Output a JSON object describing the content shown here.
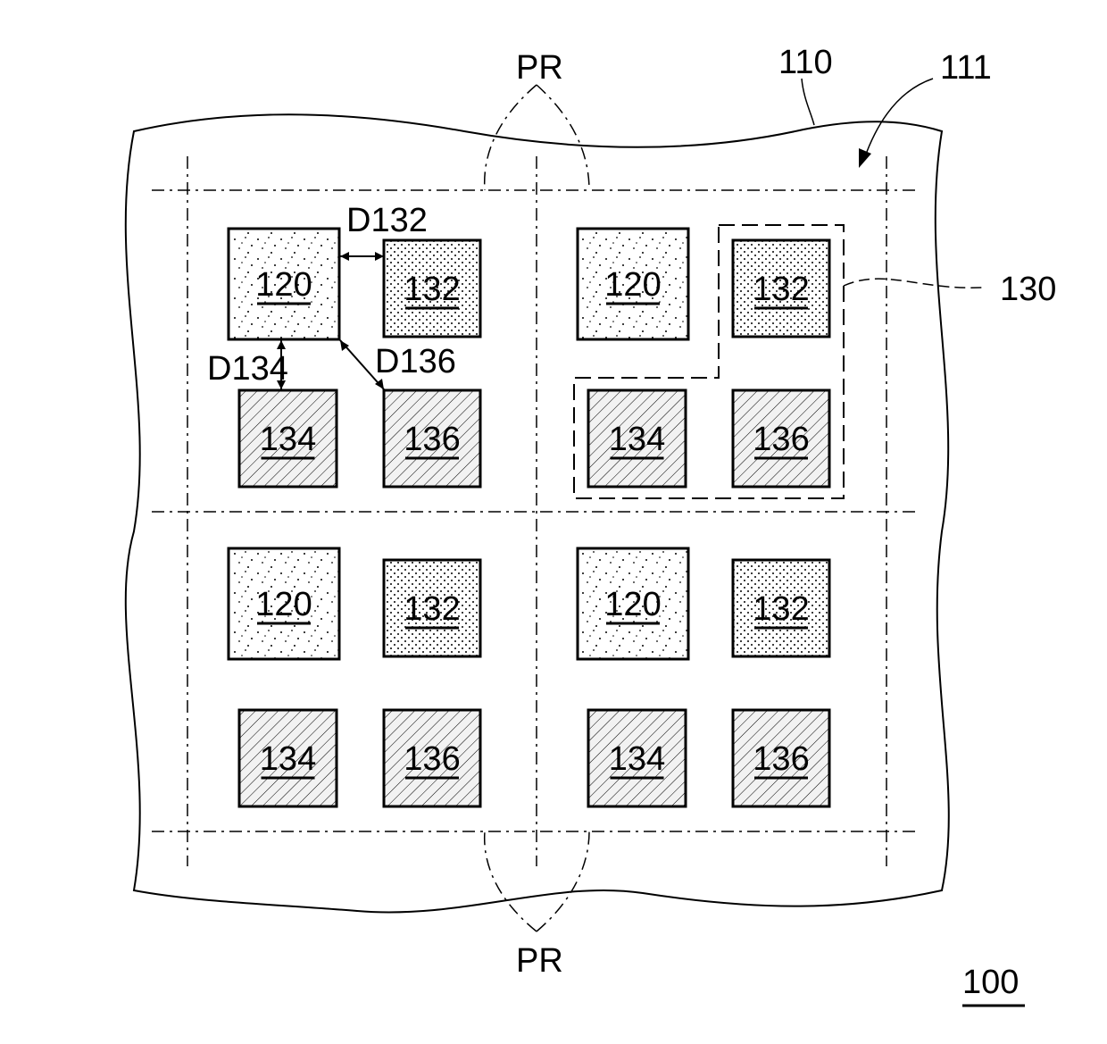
{
  "figure": {
    "substrate_label": "110",
    "surface_label": "111",
    "module_label": "130",
    "device_label": "100",
    "pixel_region_label_top": "PR",
    "pixel_region_label_bottom": "PR"
  },
  "distances": {
    "d132": "D132",
    "d134": "D134",
    "d136": "D136"
  },
  "cells": [
    {
      "boxes": [
        {
          "id": "120",
          "kind": "sparse"
        },
        {
          "id": "132",
          "kind": "dots"
        },
        {
          "id": "134",
          "kind": "hatch"
        },
        {
          "id": "136",
          "kind": "hatch"
        }
      ]
    },
    {
      "boxes": [
        {
          "id": "120",
          "kind": "sparse"
        },
        {
          "id": "132",
          "kind": "dots"
        },
        {
          "id": "134",
          "kind": "hatch"
        },
        {
          "id": "136",
          "kind": "hatch"
        }
      ]
    },
    {
      "boxes": [
        {
          "id": "120",
          "kind": "sparse"
        },
        {
          "id": "132",
          "kind": "dots"
        },
        {
          "id": "134",
          "kind": "hatch"
        },
        {
          "id": "136",
          "kind": "hatch"
        }
      ]
    },
    {
      "boxes": [
        {
          "id": "120",
          "kind": "sparse"
        },
        {
          "id": "132",
          "kind": "dots"
        },
        {
          "id": "134",
          "kind": "hatch"
        },
        {
          "id": "136",
          "kind": "hatch"
        }
      ]
    }
  ]
}
